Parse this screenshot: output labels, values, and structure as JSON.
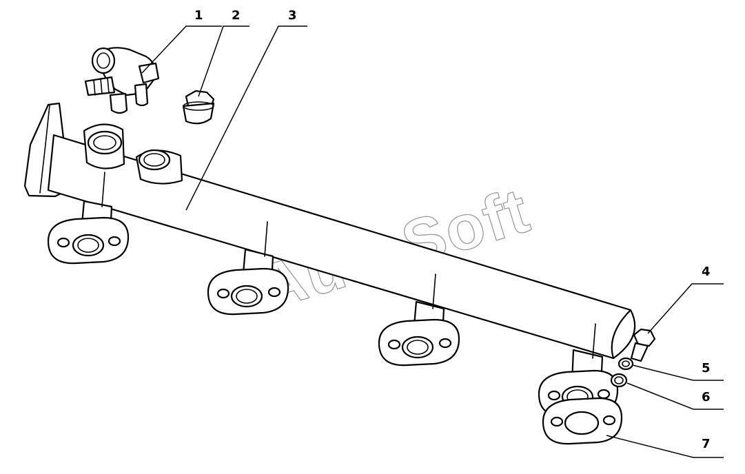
{
  "callouts": [
    "1",
    "2",
    "3",
    "4",
    "5",
    "6",
    "7"
  ],
  "watermark": "AutoSoft",
  "colors": {
    "line": "#000000",
    "background": "#ffffff",
    "watermark": "#9a9a9a"
  }
}
